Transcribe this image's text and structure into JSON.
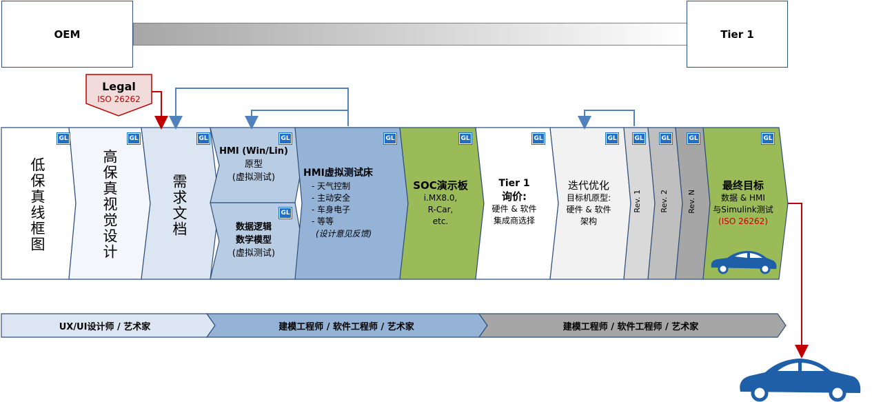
{
  "header": {
    "left_box": "OEM",
    "right_box": "Tier 1"
  },
  "legal": {
    "title": "Legal",
    "subtitle": "ISO 26262"
  },
  "gl_badge": "GL",
  "stages": {
    "lowfi": "低保真线框图",
    "hifi": "高保真视觉设计",
    "req": "需求文档",
    "hmi_proto": {
      "title": "HMI (Win/Lin)",
      "line2": "原型",
      "line3": "(虚拟测试)"
    },
    "data_model": {
      "line1": "数据逻辑",
      "line2": "数学模型",
      "line3": "(虚拟测试)"
    },
    "hmi_bench": {
      "title": "HMI虚拟测试床",
      "items": [
        "天气控制",
        "主动安全",
        "车身电子",
        "等等"
      ],
      "note": "(设计意见反馈)"
    },
    "soc": {
      "title": "SOC演示板",
      "line2": "i.MX8.0,",
      "line3": "R-Car,",
      "line4": "etc."
    },
    "tier1": {
      "title": "Tier 1",
      "line2": "询价:",
      "line3": "硬件 & 软件",
      "line4": "集成商选择"
    },
    "iter": {
      "title": "迭代优化",
      "line2": "目标机原型:",
      "line3": "硬件 & 软件",
      "line4": "架构"
    },
    "rev1": "Rev. 1",
    "rev2": "Rev. 2",
    "revn": "Rev. N",
    "final": {
      "title": "最终目标",
      "line2": "数据 & HMI",
      "line3": "与Simulink测试",
      "line4": "(ISO 26262)"
    }
  },
  "roles": {
    "role1": "UX/UI设计师 / 艺术家",
    "role2": "建模工程师 / 软件工程师 / 艺术家",
    "role3": "建模工程师 / 软件工程师 / 艺术家"
  },
  "colors": {
    "light_blue": "#dce6f2",
    "mid_blue": "#b8cce4",
    "dark_blue": "#95b3d7",
    "green": "#9bbb59",
    "gray1": "#d9d9d9",
    "gray2": "#bfbfbf",
    "gray3": "#a6a6a6",
    "red": "#c00000",
    "car_blue": "#1f5fa8"
  },
  "icons": [
    "car-icon",
    "gl-badge-icon",
    "red-arrow-icon",
    "feedback-arrow-icon"
  ]
}
